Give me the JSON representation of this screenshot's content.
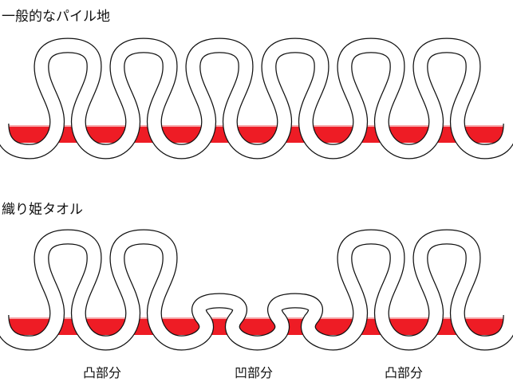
{
  "colors": {
    "band": "#ee1c25",
    "band_highlight": "#f6a3a6",
    "yarn_fill": "#ffffff",
    "yarn_outline": "#111111"
  },
  "top": {
    "title": "一般的なパイル地",
    "pattern": [
      "high",
      "high",
      "high",
      "high",
      "high",
      "high"
    ]
  },
  "bottom": {
    "title": "織り姫タオル",
    "pattern": [
      "high",
      "high",
      "low",
      "low",
      "high",
      "high"
    ],
    "labels": [
      "凸部分",
      "凹部分",
      "凸部分"
    ]
  }
}
